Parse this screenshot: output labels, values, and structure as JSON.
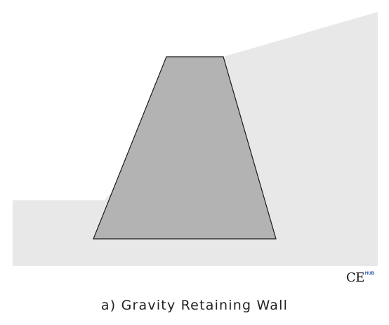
{
  "colors": {
    "background": "#ffffff",
    "soil": "#e8e8e8",
    "wall_fill": "#b3b3b3",
    "wall_stroke": "#1a1a1a"
  },
  "logo": {
    "main": "CE",
    "superscript": "HUB"
  },
  "caption": "a) Gravity Retaining Wall"
}
